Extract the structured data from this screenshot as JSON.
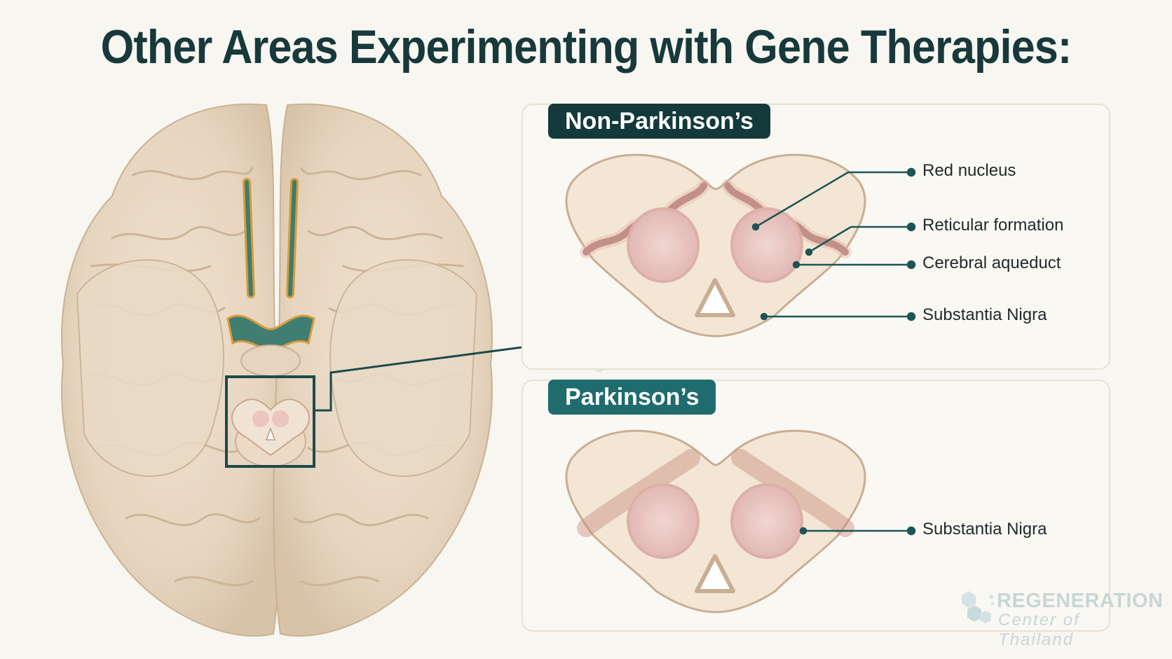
{
  "title": "Other Areas Experimenting with Gene Therapies:",
  "panels": {
    "non_parkinsons": {
      "heading": "Non-Parkinson’s",
      "labels": [
        "Red nucleus",
        "Reticular formation",
        "Cerebral aqueduct",
        "Substantia Nigra"
      ]
    },
    "parkinsons": {
      "heading": "Parkinson’s",
      "labels": [
        "Substantia Nigra"
      ]
    }
  },
  "logo": {
    "line1": "REGENERATION",
    "line2": "Center of Thailand"
  },
  "colors": {
    "title": "#17393b",
    "badge_dark": "#14393b",
    "badge_teal": "#1f6b6d",
    "leader_line": "#1d5557",
    "brain": "#e8d8c4",
    "section_fill": "#f3e6d6",
    "pink_nucleus": "#ecc9c4"
  }
}
